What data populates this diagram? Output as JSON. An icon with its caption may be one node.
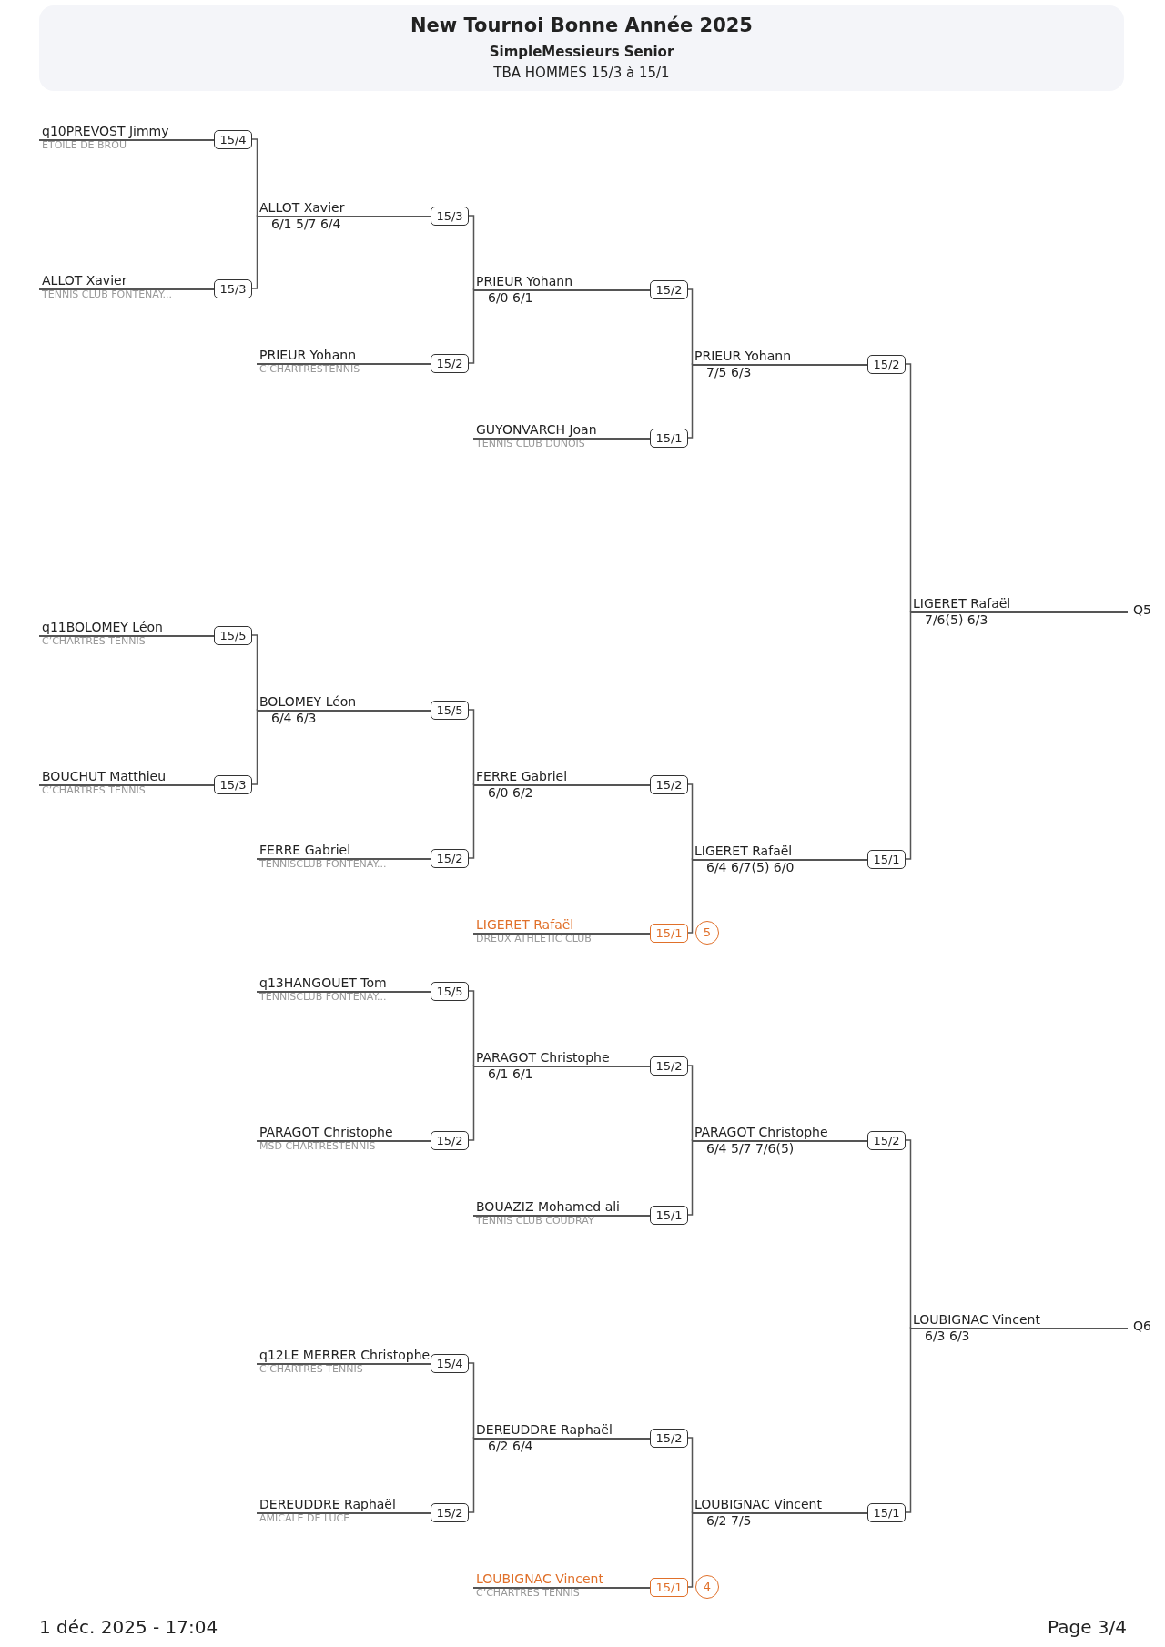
{
  "diagram": {
    "title": "New Tournoi Bonne Année 2025",
    "nodes": [
      {
        "text": [
          "q10PREVOST Jimmy",
          "ETOILE DE BROU",
          "15/4"
        ]
      },
      {
        "text": [
          "ALLOT Xavier",
          "TENNIS CLUB FONTENAY...",
          "15/3"
        ]
      },
      {
        "text": [
          "ALLOT Xavier",
          "6/1 5/7 6/4",
          "15/3"
        ]
      },
      {
        "text": [
          "PRIEUR Yohann",
          "C’CHARTRESTENNIS",
          "15/2"
        ]
      },
      {
        "text": [
          "PRIEUR Yohann",
          "6/0 6/1",
          "15/2"
        ]
      },
      {
        "text": [
          "GUYONVARCH Joan",
          "TENNIS CLUB DUNOIS",
          "15/1"
        ]
      },
      {
        "text": [
          "PRIEUR Yohann",
          "7/5 6/3",
          "15/2"
        ]
      },
      {
        "text": [
          "q11BOLOMEY Léon",
          "C’CHARTRES TENNIS",
          "15/5"
        ]
      },
      {
        "text": [
          "BOUCHUT Matthieu",
          "C’CHARTRES TENNIS",
          "15/3"
        ]
      },
      {
        "text": [
          "BOLOMEY Léon",
          "6/4 6/3",
          "15/5"
        ]
      },
      {
        "text": [
          "FERRE Gabriel",
          "TENNISCLUB FONTENAY...",
          "15/2"
        ]
      },
      {
        "text": [
          "FERRE Gabriel",
          "6/0 6/2",
          "15/2"
        ]
      },
      {
        "text": [
          "LIGERET Rafaël",
          "DREUX ATHLETIC CLUB",
          "15/1"
        ],
        "beside": [
          "5"
        ]
      },
      {
        "text": [
          "LIGERET Rafaël",
          "6/4 6/7(5) 6/0",
          "15/1"
        ]
      },
      {
        "text": [
          "LIGERET Rafaël",
          "7/6(5) 6/3"
        ],
        "beside": [
          "Q5"
        ]
      },
      {
        "text": [
          "q13HANGOUET Tom",
          "TENNISCLUB FONTENAY...",
          "15/5"
        ]
      },
      {
        "text": [
          "PARAGOT Christophe",
          "MSD CHARTRESTENNIS",
          "15/2"
        ]
      },
      {
        "text": [
          "PARAGOT Christophe",
          "6/1 6/1",
          "15/2"
        ]
      },
      {
        "text": [
          "BOUAZIZ Mohamed ali",
          "TENNIS CLUB COUDRAY",
          "15/1"
        ]
      },
      {
        "text": [
          "PARAGOT Christophe",
          "6/4 5/7 7/6(5)",
          "15/2"
        ]
      },
      {
        "text": [
          "q12LE MERRER Christophe",
          "C’CHARTRES TENNIS",
          "15/4"
        ]
      },
      {
        "text": [
          "DEREUDDRE Raphaël",
          "AMICALE DE LUCE",
          "15/2"
        ]
      },
      {
        "text": [
          "DEREUDDRE Raphaël",
          "6/2 6/4",
          "15/2"
        ]
      },
      {
        "text": [
          "LOUBIGNAC Vincent",
          "C’CHARTRES TENNIS",
          "15/1"
        ],
        "beside": [
          "4"
        ]
      },
      {
        "text": [
          "LOUBIGNAC Vincent",
          "6/2 7/5",
          "15/1"
        ]
      },
      {
        "text": [
          "LOUBIGNAC Vincent",
          "6/3 6/3"
        ],
        "beside": [
          "Q6"
        ]
      }
    ],
    "edges": [
      {
        "from": 0,
        "to": 2,
        "arrow": "none"
      },
      {
        "from": 1,
        "to": 2,
        "arrow": "none"
      },
      {
        "from": 2,
        "to": 4,
        "arrow": "none"
      },
      {
        "from": 3,
        "to": 4,
        "arrow": "none"
      },
      {
        "from": 4,
        "to": 6,
        "arrow": "none"
      },
      {
        "from": 5,
        "to": 6,
        "arrow": "none"
      },
      {
        "from": 6,
        "to": 14,
        "arrow": "none"
      },
      {
        "from": 7,
        "to": 9,
        "arrow": "none"
      },
      {
        "from": 8,
        "to": 9,
        "arrow": "none"
      },
      {
        "from": 9,
        "to": 11,
        "arrow": "none"
      },
      {
        "from": 10,
        "to": 11,
        "arrow": "none"
      },
      {
        "from": 11,
        "to": 13,
        "arrow": "none"
      },
      {
        "from": 12,
        "to": 13,
        "arrow": "none"
      },
      {
        "from": 13,
        "to": 14,
        "arrow": "none"
      },
      {
        "from": 15,
        "to": 17,
        "arrow": "none"
      },
      {
        "from": 16,
        "to": 17,
        "arrow": "none"
      },
      {
        "from": 17,
        "to": 19,
        "arrow": "none"
      },
      {
        "from": 18,
        "to": 19,
        "arrow": "none"
      },
      {
        "from": 19,
        "to": 25,
        "arrow": "none"
      },
      {
        "from": 20,
        "to": 22,
        "arrow": "none"
      },
      {
        "from": 21,
        "to": 22,
        "arrow": "none"
      },
      {
        "from": 22,
        "to": 24,
        "arrow": "none"
      },
      {
        "from": 23,
        "to": 24,
        "arrow": "none"
      },
      {
        "from": 24,
        "to": 25,
        "arrow": "none"
      }
    ],
    "labels": [
      "SimpleMessieurs Senior",
      "TBA HOMMES 15/3 à 15/1",
      "1 déc. 2025 - 17:04",
      "Page 3/4"
    ]
  }
}
